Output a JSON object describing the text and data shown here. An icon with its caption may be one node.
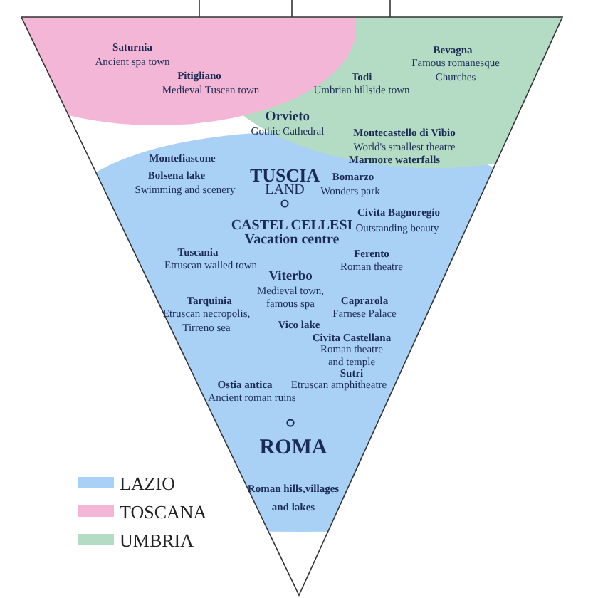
{
  "diagram": {
    "labels": [
      "Saturnia",
      "Ancient spa town",
      "Pitigliano",
      "Medieval Tuscan town",
      "Bevagna",
      "Famous romanesque",
      "Churches",
      "Todi",
      "Umbrian hillside town",
      "Orvieto",
      "Gothic Cathedral",
      "Montecastello di Vibio",
      "World's smallest theatre",
      "Marmore waterfalls",
      "Montefiascone",
      "Bolsena lake",
      "Swimming and scenery",
      "TUSCIA",
      "LAND",
      "Bomarzo",
      "Wonders park",
      "Civita Bagnoregio",
      "Outstanding beauty",
      "CASTEL CELLESI",
      "Vacation centre",
      "Tuscania",
      "Etruscan walled town",
      "Ferento",
      "Roman theatre",
      "Viterbo",
      "Medieval town,",
      "famous spa",
      "Tarquinia",
      "Etruscan necropolis,",
      "Tirreno sea",
      "Caprarola",
      "Farnese Palace",
      "Vico lake",
      "Civita Castellana",
      "Roman theatre",
      "and temple",
      "Sutri",
      "Etruscan amphitheatre",
      "Ostia antica",
      "Ancient roman ruins",
      "ROMA",
      "Roman hills,villages",
      "and lakes"
    ],
    "legend": [
      {
        "text": "LAZIO",
        "color": "#a9d0f5"
      },
      {
        "text": "TOSCANA",
        "color": "#f4b6d6"
      },
      {
        "text": "UMBRIA",
        "color": "#b4dcc4"
      }
    ]
  }
}
